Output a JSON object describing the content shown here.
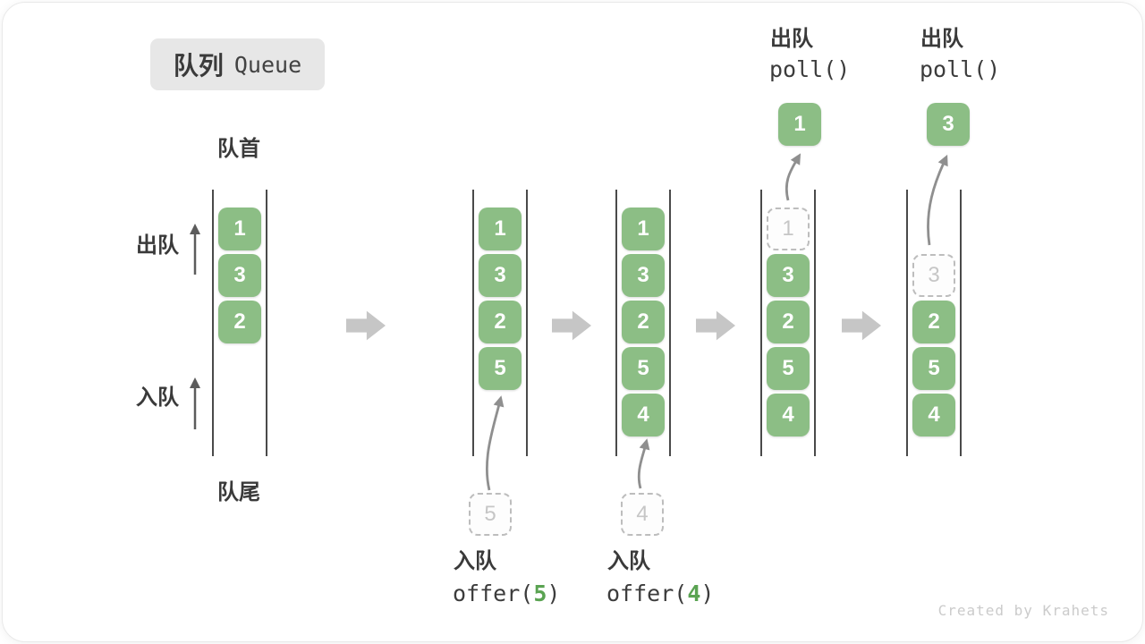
{
  "title": {
    "zh": "队列",
    "en": "Queue"
  },
  "labels": {
    "front": "队首",
    "rear": "队尾",
    "dequeue": "出队",
    "enqueue": "入队"
  },
  "ops": {
    "enqueue5": {
      "name": "入队",
      "fn": "offer(",
      "arg": "5",
      "close": ")"
    },
    "enqueue4": {
      "name": "入队",
      "fn": "offer(",
      "arg": "4",
      "close": ")"
    },
    "poll1": {
      "name": "出队",
      "fn": "poll()"
    },
    "poll2": {
      "name": "出队",
      "fn": "poll()"
    }
  },
  "columns": [
    {
      "boxes": [
        "1",
        "3",
        "2"
      ]
    },
    {
      "boxes": [
        "1",
        "3",
        "2",
        "5"
      ],
      "incoming": "5"
    },
    {
      "boxes": [
        "1",
        "3",
        "2",
        "5",
        "4"
      ],
      "incoming": "4"
    },
    {
      "ghost": "1",
      "boxes": [
        "3",
        "2",
        "5",
        "4"
      ],
      "popped": "1"
    },
    {
      "ghost": "3",
      "boxes": [
        "2",
        "5",
        "4"
      ],
      "popped": "3"
    }
  ],
  "watermark": "Created by Krahets",
  "colors": {
    "box_green": "#8cbe85",
    "accent_green": "#5aa352",
    "text_dark": "#3a3a3a",
    "block_arrow_gray": "#c6c6c6",
    "channel_line": "#4a4a4a",
    "ghost_gray": "#c6c6c6",
    "arrow_gray": "#8f8f8f",
    "arrow_dark": "#5c5c5c",
    "badge_bg": "#e7e7e7",
    "watermark_gray": "#cbcbcb"
  }
}
